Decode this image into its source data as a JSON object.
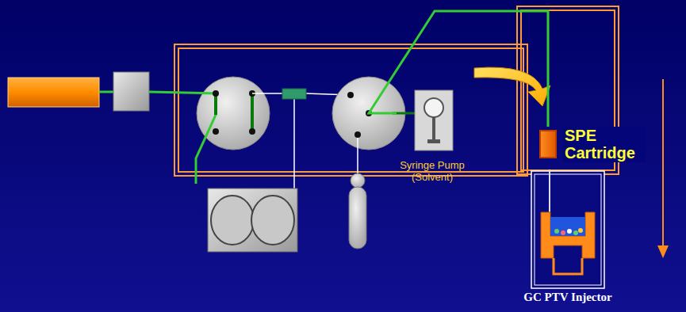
{
  "diagram": {
    "nodes": [
      {
        "text": [
          "Syringe Pump (Solvent)"
        ]
      },
      {
        "text": [
          "SPE Cartridge"
        ]
      },
      {
        "text": [
          "GC PTV Injector"
        ]
      }
    ],
    "edges": [
      {
        "from": 0,
        "to": 1,
        "arrow": "none"
      }
    ]
  }
}
